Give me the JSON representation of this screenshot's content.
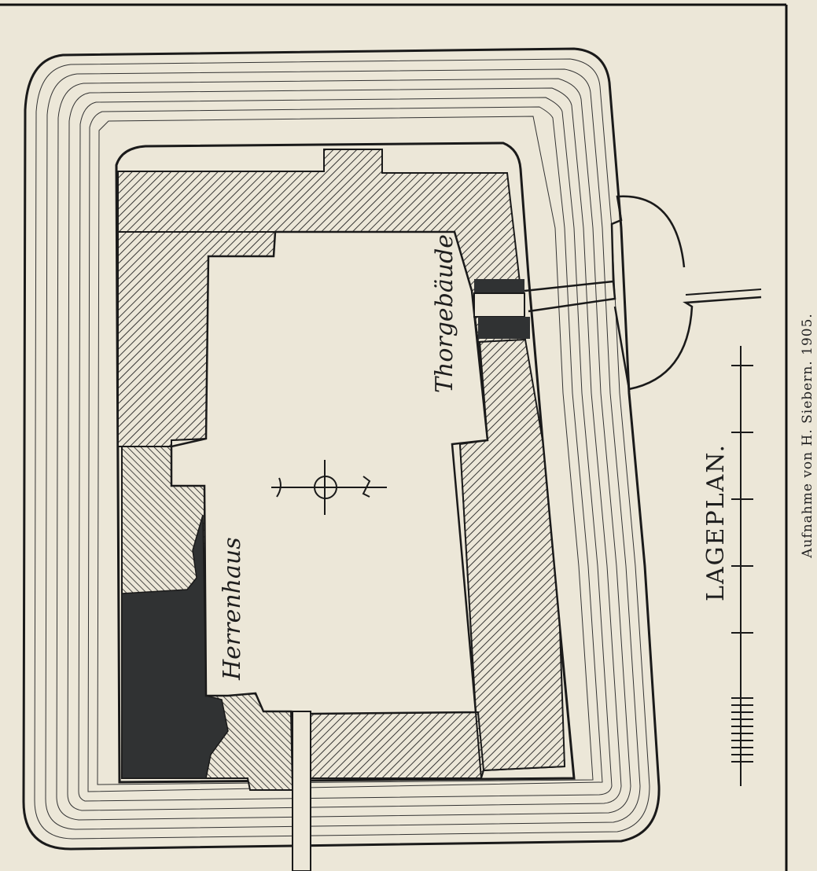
{
  "labels": {
    "herrenhaus": "Herrenhaus",
    "thorgebaeude": "Thorgebäude",
    "lageplan": "LAGEPLAN."
  },
  "credit": {
    "text": "Aufnahme von H. Siebern.   1905."
  },
  "colors": {
    "paper": "#ece7d8",
    "ink": "#1e1e1e",
    "dark_fill": "#303233"
  }
}
